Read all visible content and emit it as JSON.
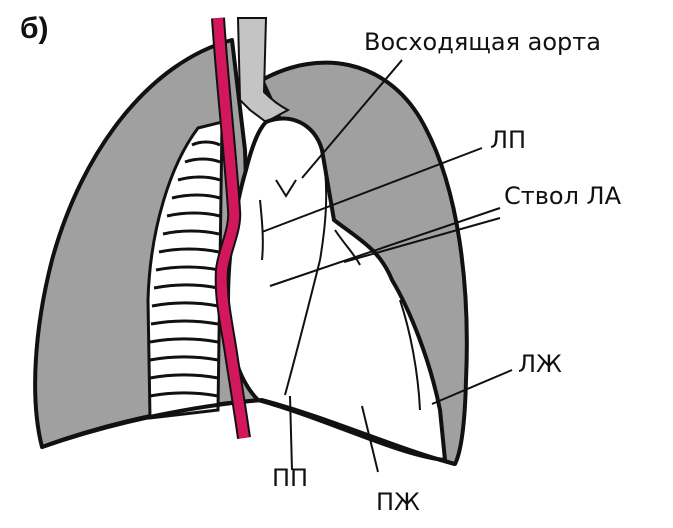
{
  "panel_label": "б)",
  "labels": {
    "ascending_aorta": "Восходящая аорта",
    "left_atrium": "ЛП",
    "pulmonary_trunk": "Ствол ЛА",
    "left_ventricle": "ЛЖ",
    "right_atrium": "ПП",
    "right_ventricle": "ПЖ"
  },
  "colors": {
    "lung": "#a0a0a0",
    "outline": "#111111",
    "esophagus": "#d3175d",
    "trachea": "#c4c4c4",
    "heart": "#ffffff"
  }
}
